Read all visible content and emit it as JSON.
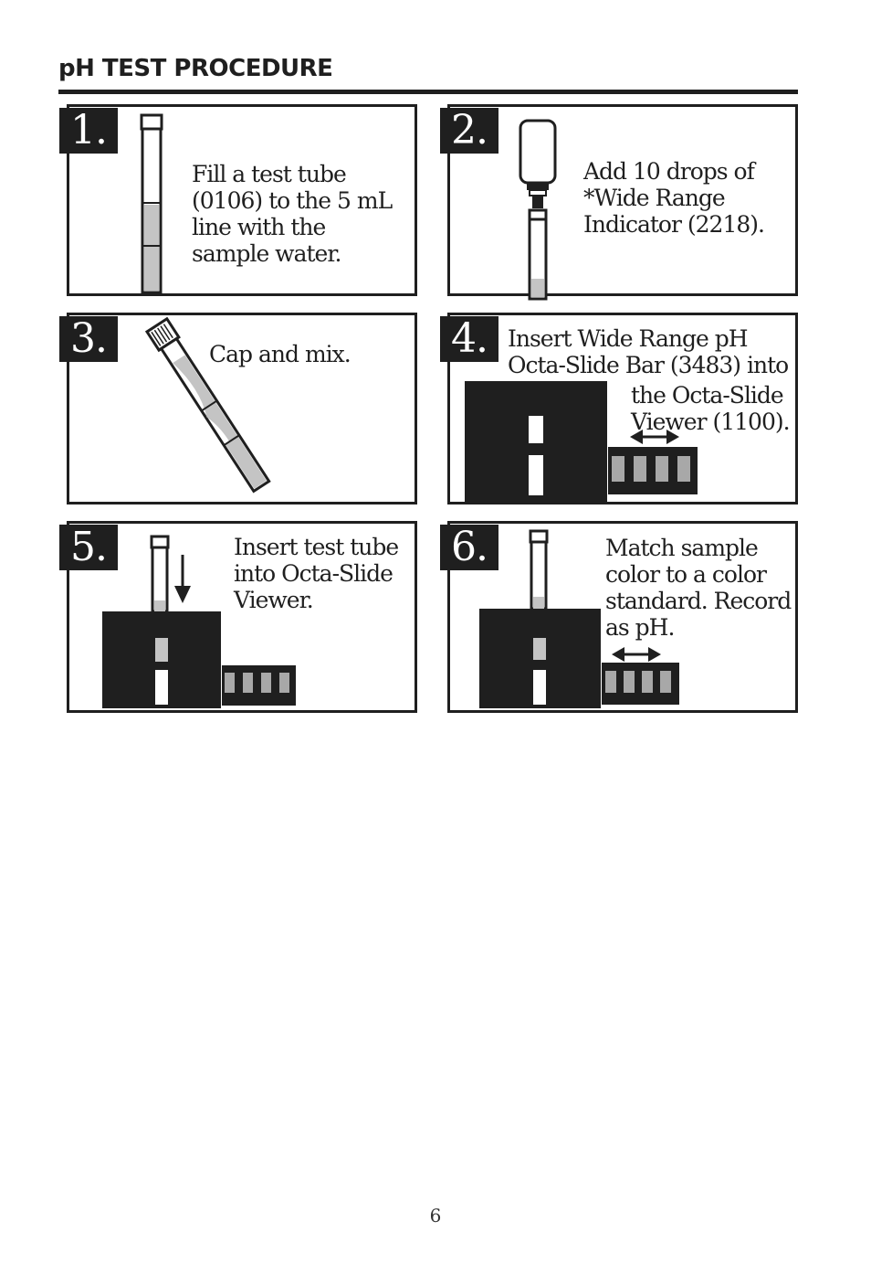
{
  "page": {
    "title": "pH TEST PROCEDURE",
    "page_number": "6"
  },
  "steps": [
    {
      "number": "1.",
      "lines": [
        "Fill a test tube",
        "(0106) to the 5 mL",
        "line with the",
        "sample water."
      ]
    },
    {
      "number": "2.",
      "lines": [
        "Add 10 drops of",
        "*Wide Range",
        "Indicator (2218)."
      ]
    },
    {
      "number": "3.",
      "lines": [
        "Cap and mix."
      ]
    },
    {
      "number": "4.",
      "lines": [
        "Insert Wide Range pH",
        "Octa-Slide Bar (3483) into",
        "the Octa-Slide",
        "Viewer (1100)."
      ]
    },
    {
      "number": "5.",
      "lines": [
        "Insert test tube",
        "into Octa-Slide",
        "Viewer."
      ]
    },
    {
      "number": "6.",
      "lines": [
        "Match sample",
        "color to a color",
        "standard. Record",
        "as pH."
      ]
    }
  ],
  "colors": {
    "ink": "#1f1f1f",
    "sample": "#c4c4c4",
    "slide_swatch": "#a8a8a8"
  }
}
